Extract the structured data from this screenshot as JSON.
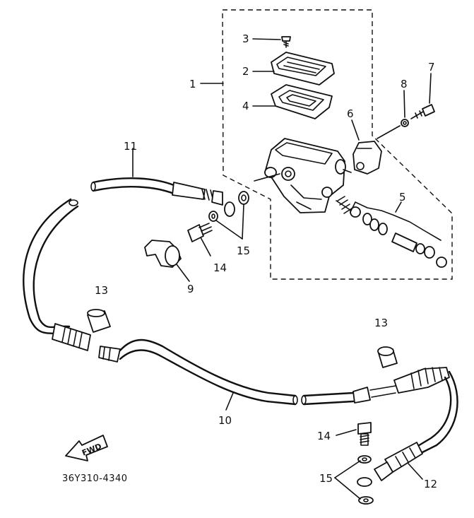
{
  "diagram": {
    "code": "36Y310-4340",
    "fwd_label": "FWD",
    "callouts": {
      "c1": "1",
      "c2": "2",
      "c3": "3",
      "c4": "4",
      "c5": "5",
      "c6": "6",
      "c7": "7",
      "c8": "8",
      "c9": "9",
      "c10": "10",
      "c11": "11",
      "c12": "12",
      "c13a": "13",
      "c13b": "13",
      "c14a": "14",
      "c14b": "14",
      "c15a": "15",
      "c15b": "15"
    }
  }
}
